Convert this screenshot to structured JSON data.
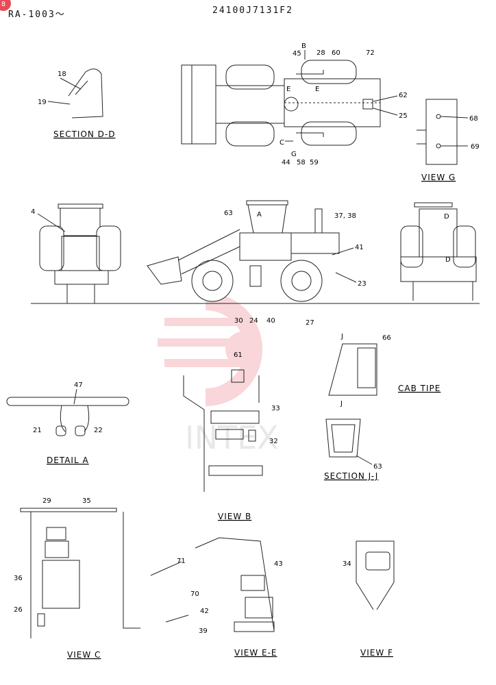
{
  "header": {
    "left": "RA-1003〜",
    "right": "24100J7131F2",
    "badge": "8"
  },
  "views": {
    "section_dd": "SECTION D-D",
    "view_g": "VIEW G",
    "detail_a": "DETAIL A",
    "view_b": "VIEW B",
    "cab_tipe": "CAB TIPE",
    "section_jj": "SECTION J-J",
    "view_c": "VIEW C",
    "view_ee": "VIEW E-E",
    "view_f": "VIEW F"
  },
  "markers": {
    "A": "A",
    "B": "B",
    "C": "C",
    "D": "D",
    "E": "E",
    "G": "G",
    "J": "J"
  },
  "parts": {
    "p4": "4",
    "p18": "18",
    "p19": "19",
    "p21": "21",
    "p22": "22",
    "p23": "23",
    "p24": "24",
    "p25": "25",
    "p26": "26",
    "p27": "27",
    "p28": "28",
    "p29": "29",
    "p30": "30",
    "p32": "32",
    "p33": "33",
    "p34": "34",
    "p35": "35",
    "p36": "36",
    "p37_38": "37, 38",
    "p39": "39",
    "p40": "40",
    "p41": "41",
    "p42": "42",
    "p43": "43",
    "p44": "44",
    "p45": "45",
    "p47": "47",
    "p58": "58",
    "p59": "59",
    "p60": "60",
    "p61": "61",
    "p62": "62",
    "p63": "63",
    "p66": "66",
    "p68": "68",
    "p69": "69",
    "p70": "70",
    "p71": "71",
    "p72": "72"
  },
  "watermark": "INTEX",
  "colors": {
    "watermark": "#e84b55",
    "line": "#222222"
  }
}
